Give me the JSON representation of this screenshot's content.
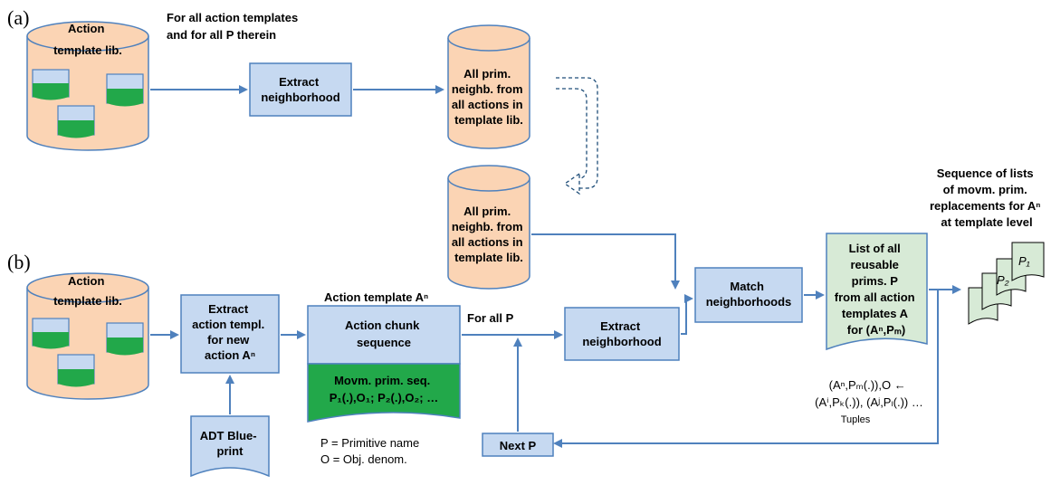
{
  "panels": {
    "a": "(a)",
    "b": "(b)"
  },
  "colors": {
    "box_fill": "#c6d9f1",
    "box_stroke": "#4f81bd",
    "cylinder_fill": "#fbd4b4",
    "green": "#22a84a",
    "doc_green": "#d7ead6",
    "arrow": "#4f81bd"
  },
  "a": {
    "library": [
      "Action",
      "template lib."
    ],
    "loop_note": [
      "For all action templates",
      "and for all P therein"
    ],
    "extract": [
      "Extract",
      "neighborhood"
    ],
    "db": [
      "All prim.",
      "neighb. from",
      "all actions in",
      "template lib."
    ]
  },
  "b": {
    "library": [
      "Action",
      "template lib."
    ],
    "extract_template": [
      "Extract",
      "action templ.",
      "for new",
      "action Aⁿ"
    ],
    "adt": [
      "ADT Blue-",
      "print"
    ],
    "template_title": "Action template Aⁿ",
    "chunk": [
      "Action chunk",
      "sequence"
    ],
    "movm": [
      "Movm. prim. seq.",
      "P₁(.),O₁; P₂(.),O₂; …"
    ],
    "legend": [
      "P = Primitive name",
      "O = Obj. denom."
    ],
    "for_all": "For all P",
    "extract": [
      "Extract",
      "neighborhood"
    ],
    "next": "Next P",
    "db": [
      "All prim.",
      "neighb. from",
      "all actions in",
      "template lib."
    ],
    "match": [
      "Match",
      "neighborhoods"
    ],
    "list": [
      "List of all",
      "reusable",
      "prims. P",
      "from all action",
      "templates A",
      "for (Aⁿ,Pₘ)"
    ],
    "tuples": [
      "(Aⁿ,Pₘ(.)),O ←",
      "(Aⁱ,Pₖ(.)), (Aʲ,Pₗ(.)) …",
      "Tuples"
    ],
    "seq_title": [
      "Sequence of lists",
      "of movm. prim.",
      "replacements for Aⁿ",
      "at template level"
    ],
    "pages": [
      "P₂",
      "P₁"
    ]
  }
}
